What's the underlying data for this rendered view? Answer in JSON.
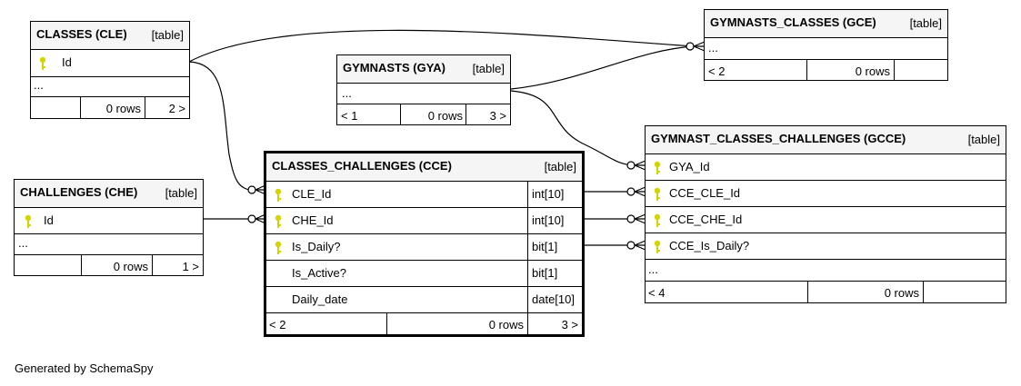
{
  "tables": {
    "classes": {
      "title": "CLASSES (CLE)",
      "tag": "[table]",
      "columns": [
        "Id"
      ],
      "more": "...",
      "footer": {
        "left": "",
        "rows": "0 rows",
        "right": "2 >"
      }
    },
    "gymnasts": {
      "title": "GYMNASTS (GYA)",
      "tag": "[table]",
      "more": "...",
      "footer": {
        "left": "< 1",
        "rows": "0 rows",
        "right": "3 >"
      }
    },
    "gymnasts_classes": {
      "title": "GYMNASTS_CLASSES (GCE)",
      "tag": "[table]",
      "more": "...",
      "footer": {
        "left": "< 2",
        "rows": "0 rows",
        "right": ""
      }
    },
    "challenges": {
      "title": "CHALLENGES (CHE)",
      "tag": "[table]",
      "columns": [
        "Id"
      ],
      "more": "...",
      "footer": {
        "left": "",
        "rows": "0 rows",
        "right": "1 >"
      }
    },
    "classes_challenges": {
      "title": "CLASSES_CHALLENGES (CCE)",
      "tag": "[table]",
      "columns": [
        {
          "name": "CLE_Id",
          "type": "int[10]"
        },
        {
          "name": "CHE_Id",
          "type": "int[10]"
        },
        {
          "name": "Is_Daily?",
          "type": "bit[1]"
        },
        {
          "name": "Is_Active?",
          "type": "bit[1]"
        },
        {
          "name": "Daily_date",
          "type": "date[10]"
        }
      ],
      "footer": {
        "left": "< 2",
        "rows": "0 rows",
        "right": "3 >"
      }
    },
    "gymnast_classes_challenges": {
      "title": "GYMNAST_CLASSES_CHALLENGES (GCCE)",
      "tag": "[table]",
      "columns": [
        "GYA_Id",
        "CCE_CLE_Id",
        "CCE_CHE_Id",
        "CCE_Is_Daily?"
      ],
      "more": "...",
      "footer": {
        "left": "< 4",
        "rows": "0 rows",
        "right": ""
      }
    }
  },
  "generated_by": "Generated by SchemaSpy",
  "colors": {
    "key_icon": "#d4d400",
    "header_bg": "#f5f5f5"
  }
}
